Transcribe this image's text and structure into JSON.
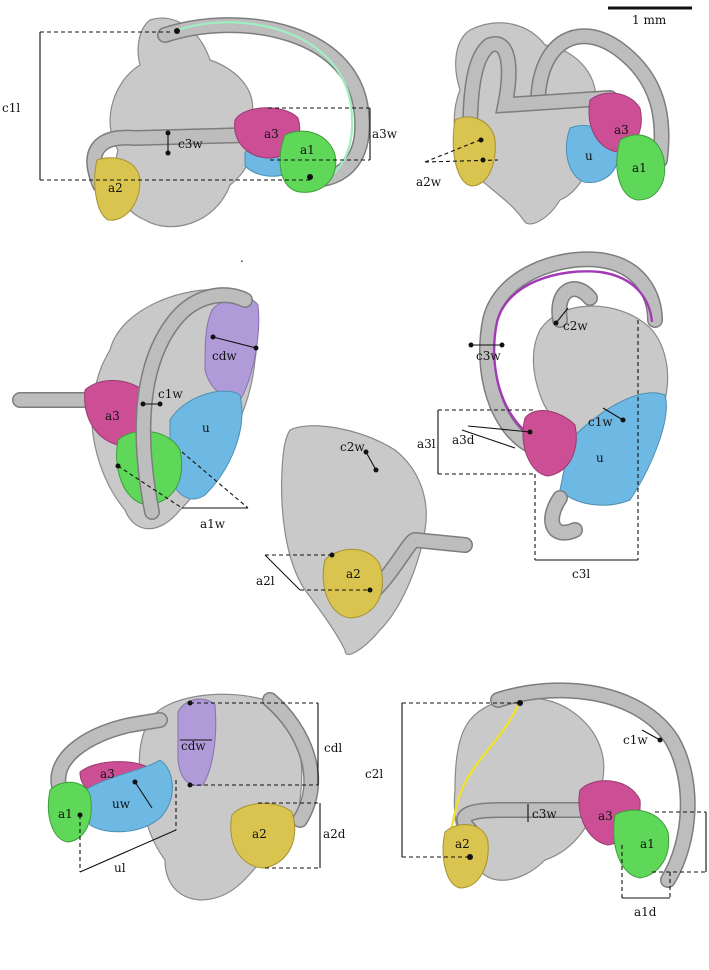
{
  "scale_bar": {
    "label": "1 mm"
  },
  "colors": {
    "a1": "#5fd85a",
    "a2": "#d9c44f",
    "a3": "#cc4f95",
    "u": "#6db9e3",
    "cd": "#b09ad8",
    "c1_trace": "#9ef0c0",
    "c3_trace": "#a33ab5",
    "c2_trace": "#f0e030",
    "bone": "#c9c9c9"
  },
  "panels": {
    "p1": {
      "labels": {
        "c1l": "c1l",
        "c3w": "c3w",
        "a3": "a3",
        "a1": "a1",
        "a2": "a2",
        "a3w": "a3w"
      }
    },
    "p2": {
      "labels": {
        "a3": "a3",
        "u": "u",
        "a1": "a1",
        "a2w": "a2w"
      }
    },
    "p3": {
      "labels": {
        "cdw": "cdw",
        "c1w": "c1w",
        "a3": "a3",
        "u": "u",
        "a1w": "a1w"
      }
    },
    "p4": {
      "labels": {
        "c2w": "c2w",
        "c3w": "c3w",
        "c1w": "c1w",
        "a3l": "a3l",
        "a3d": "a3d",
        "u": "u",
        "c3l": "c3l"
      }
    },
    "p5": {
      "labels": {
        "c2w": "c2w",
        "a2l": "a2l",
        "a2": "a2"
      }
    },
    "p6": {
      "labels": {
        "cdl": "cdl",
        "cdw": "cdw",
        "a3": "a3",
        "uw": "uw",
        "a1": "a1",
        "a2": "a2",
        "a2d": "a2d",
        "ul": "ul"
      }
    },
    "p7": {
      "labels": {
        "c1w": "c1w",
        "c2l": "c2l",
        "c3w": "c3w",
        "a3": "a3",
        "a2": "a2",
        "a1": "a1",
        "a1d": "a1d"
      }
    }
  }
}
